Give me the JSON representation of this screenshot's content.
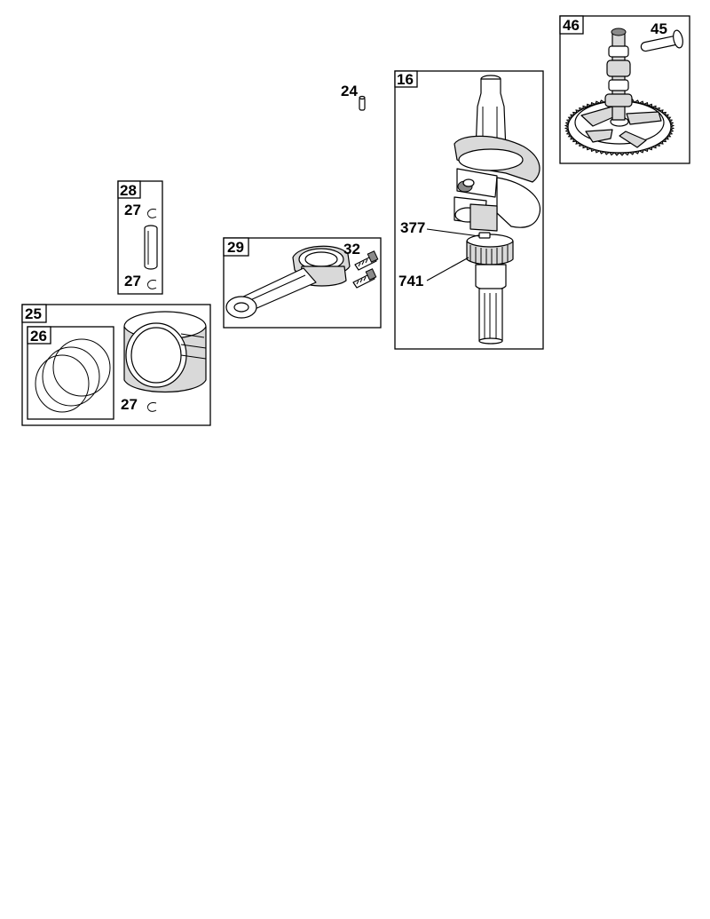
{
  "diagram": {
    "groups": [
      {
        "id": "grp-46",
        "tag": "46"
      },
      {
        "id": "grp-16",
        "tag": "16"
      },
      {
        "id": "grp-28",
        "tag": "28"
      },
      {
        "id": "grp-29",
        "tag": "29"
      },
      {
        "id": "grp-25",
        "tag": "25"
      },
      {
        "id": "grp-26",
        "tag": "26"
      }
    ],
    "callouts": [
      {
        "id": "c-45",
        "text": "45"
      },
      {
        "id": "c-24",
        "text": "24"
      },
      {
        "id": "c-377",
        "text": "377"
      },
      {
        "id": "c-741",
        "text": "741"
      },
      {
        "id": "c-27a",
        "text": "27"
      },
      {
        "id": "c-27b",
        "text": "27"
      },
      {
        "id": "c-32",
        "text": "32"
      },
      {
        "id": "c-27c",
        "text": "27"
      }
    ],
    "parts": [
      "camshaft-gear",
      "camshaft-pin",
      "dowel-pin",
      "crankshaft",
      "timing-gear",
      "piston-pin",
      "retainer-clip",
      "connecting-rod",
      "rod-bolt",
      "piston-rings",
      "piston"
    ]
  }
}
